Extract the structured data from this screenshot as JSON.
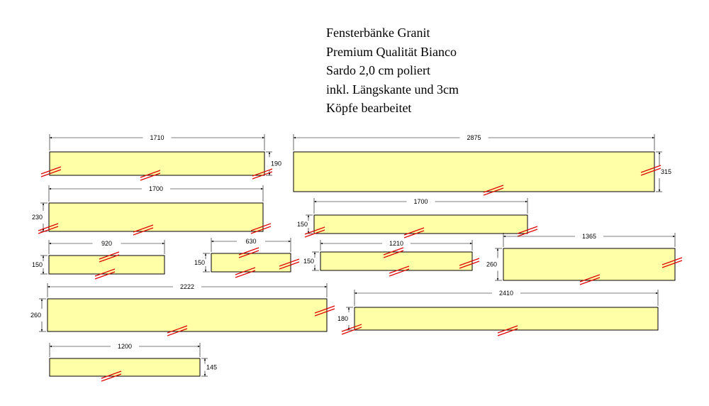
{
  "title_lines": [
    "Fensterbänke Granit",
    "Premium Qualität Bianco",
    "Sardo 2,0 cm poliert",
    "inkl. Längskante und 3cm",
    "Köpfe bearbeitet"
  ],
  "colors": {
    "slab_fill": "#ffffa8",
    "slab_stroke": "#000000",
    "break_mark": "#e00000",
    "dimension_line": "#000000"
  },
  "pieces": [
    {
      "length_label": "1710",
      "depth_label": "190"
    },
    {
      "length_label": "2875",
      "depth_label": "315"
    },
    {
      "length_label": "1700",
      "depth_label": "230"
    },
    {
      "length_label": "1700",
      "depth_label": "150"
    },
    {
      "length_label": "920",
      "depth_label": "150"
    },
    {
      "length_label": "630",
      "depth_label": "150"
    },
    {
      "length_label": "1210",
      "depth_label": "150"
    },
    {
      "length_label": "1365",
      "depth_label": "260"
    },
    {
      "length_label": "2222",
      "depth_label": "260"
    },
    {
      "length_label": "2410",
      "depth_label": "180"
    },
    {
      "length_label": "1200",
      "depth_label": "145"
    }
  ]
}
